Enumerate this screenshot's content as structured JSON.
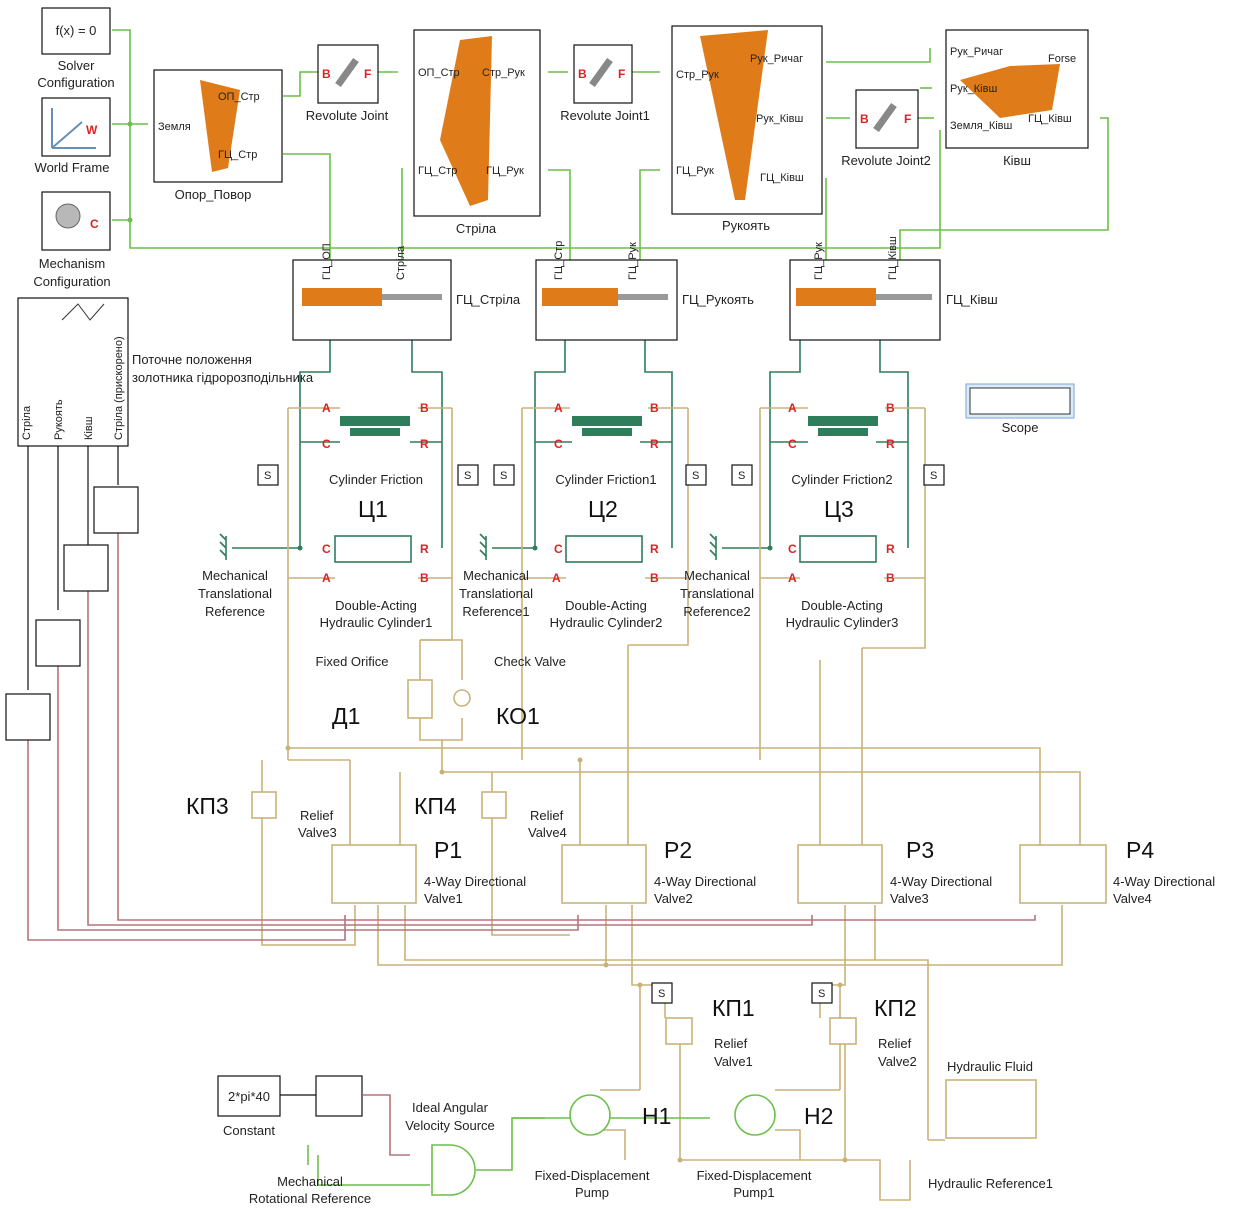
{
  "blocks": {
    "fx": "f(x) = 0",
    "solver": [
      "Solver",
      "Configuration"
    ],
    "world_frame": "World Frame",
    "mech_config": [
      "Mechanism",
      "Configuration"
    ],
    "opor": "Опор_Повор",
    "strila": "Стріла",
    "rukoyat": "Рукоять",
    "kivsh": "Ківш",
    "rj": "Revolute Joint",
    "rj1": "Revolute Joint1",
    "rj2": "Revolute Joint2",
    "gc_strila": "ГЦ_Стріла",
    "gc_rukoyat": "ГЦ_Рукоять",
    "gc_kivsh": "ГЦ_Ківш",
    "scope": "Scope",
    "zolotnyk": [
      "Поточне положення",
      "золотника гідророзподільника"
    ],
    "constant_val": "2*pi*40",
    "constant": "Constant",
    "ideal_vel": [
      "Ideal Angular",
      "Velocity Source"
    ],
    "mech_rot_ref": [
      "Mechanical",
      "Rotational Reference"
    ],
    "hyd_fluid": "Hydraulic Fluid",
    "hyd_ref": "Hydraulic Reference1",
    "fixed_orifice": "Fixed Orifice",
    "check_valve": "Check Valve",
    "cyl_friction": [
      "Cylinder Friction",
      "Cylinder Friction1",
      "Cylinder Friction2"
    ],
    "da_cyl": [
      [
        "Double-Acting",
        "Hydraulic Cylinder1"
      ],
      [
        "Double-Acting",
        "Hydraulic Cylinder2"
      ],
      [
        "Double-Acting",
        "Hydraulic Cylinder3"
      ]
    ],
    "mtr": [
      [
        "Mechanical",
        "Translational",
        "Reference"
      ],
      [
        "Mechanical",
        "Translational",
        "Reference1"
      ],
      [
        "Mechanical",
        "Translational",
        "Reference2"
      ]
    ],
    "valves": [
      [
        "4-Way Directional",
        "Valve1"
      ],
      [
        "4-Way Directional",
        "Valve2"
      ],
      [
        "4-Way Directional",
        "Valve3"
      ],
      [
        "4-Way Directional",
        "Valve4"
      ]
    ],
    "relief": [
      [
        "Relief",
        "Valve3"
      ],
      [
        "Relief",
        "Valve4"
      ],
      [
        "Relief",
        "Valve1"
      ],
      [
        "Relief",
        "Valve2"
      ]
    ],
    "pumps": [
      [
        "Fixed-Displacement",
        "Pump"
      ],
      [
        "Fixed-Displacement",
        "Pump1"
      ]
    ]
  },
  "designators": {
    "c1": "Ц1",
    "c2": "Ц2",
    "c3": "Ц3",
    "d1": "Д1",
    "ko1": "КО1",
    "kp3": "КП3",
    "kp4": "КП4",
    "kp1": "КП1",
    "kp2": "КП2",
    "p1": "P1",
    "p2": "P2",
    "p3": "P3",
    "p4": "P4",
    "h1": "H1",
    "h2": "H2"
  },
  "ports": {
    "zemlya": "Земля",
    "op_str": "ОП_Стр",
    "gc_str": "ГЦ_Стр",
    "str_ruk": "Стр_Рук",
    "gc_ruk": "ГЦ_Рук",
    "ruk_richag": "Рук_Ричаг",
    "ruk_kivsh": "Рук_Ківш",
    "gc_kivsh": "ГЦ_Ківш",
    "forse": "Forse",
    "zemlya_kivsh": "Земля_Ківш",
    "gc_op": "ГЦ_ОП",
    "strila_v": "Стріла",
    "rukoyat_v": "Рукоять",
    "kivsh_v": "Ківш",
    "strila_prisk": "Стріла (прискорено)"
  },
  "colors": {
    "hydraulic": "#c9b27a",
    "mechanical": "#2e7d5b",
    "multibody": "#6cbf4a",
    "signal": "#b5737c",
    "port_red": "#d22",
    "part_orange": "#e07b1a"
  }
}
